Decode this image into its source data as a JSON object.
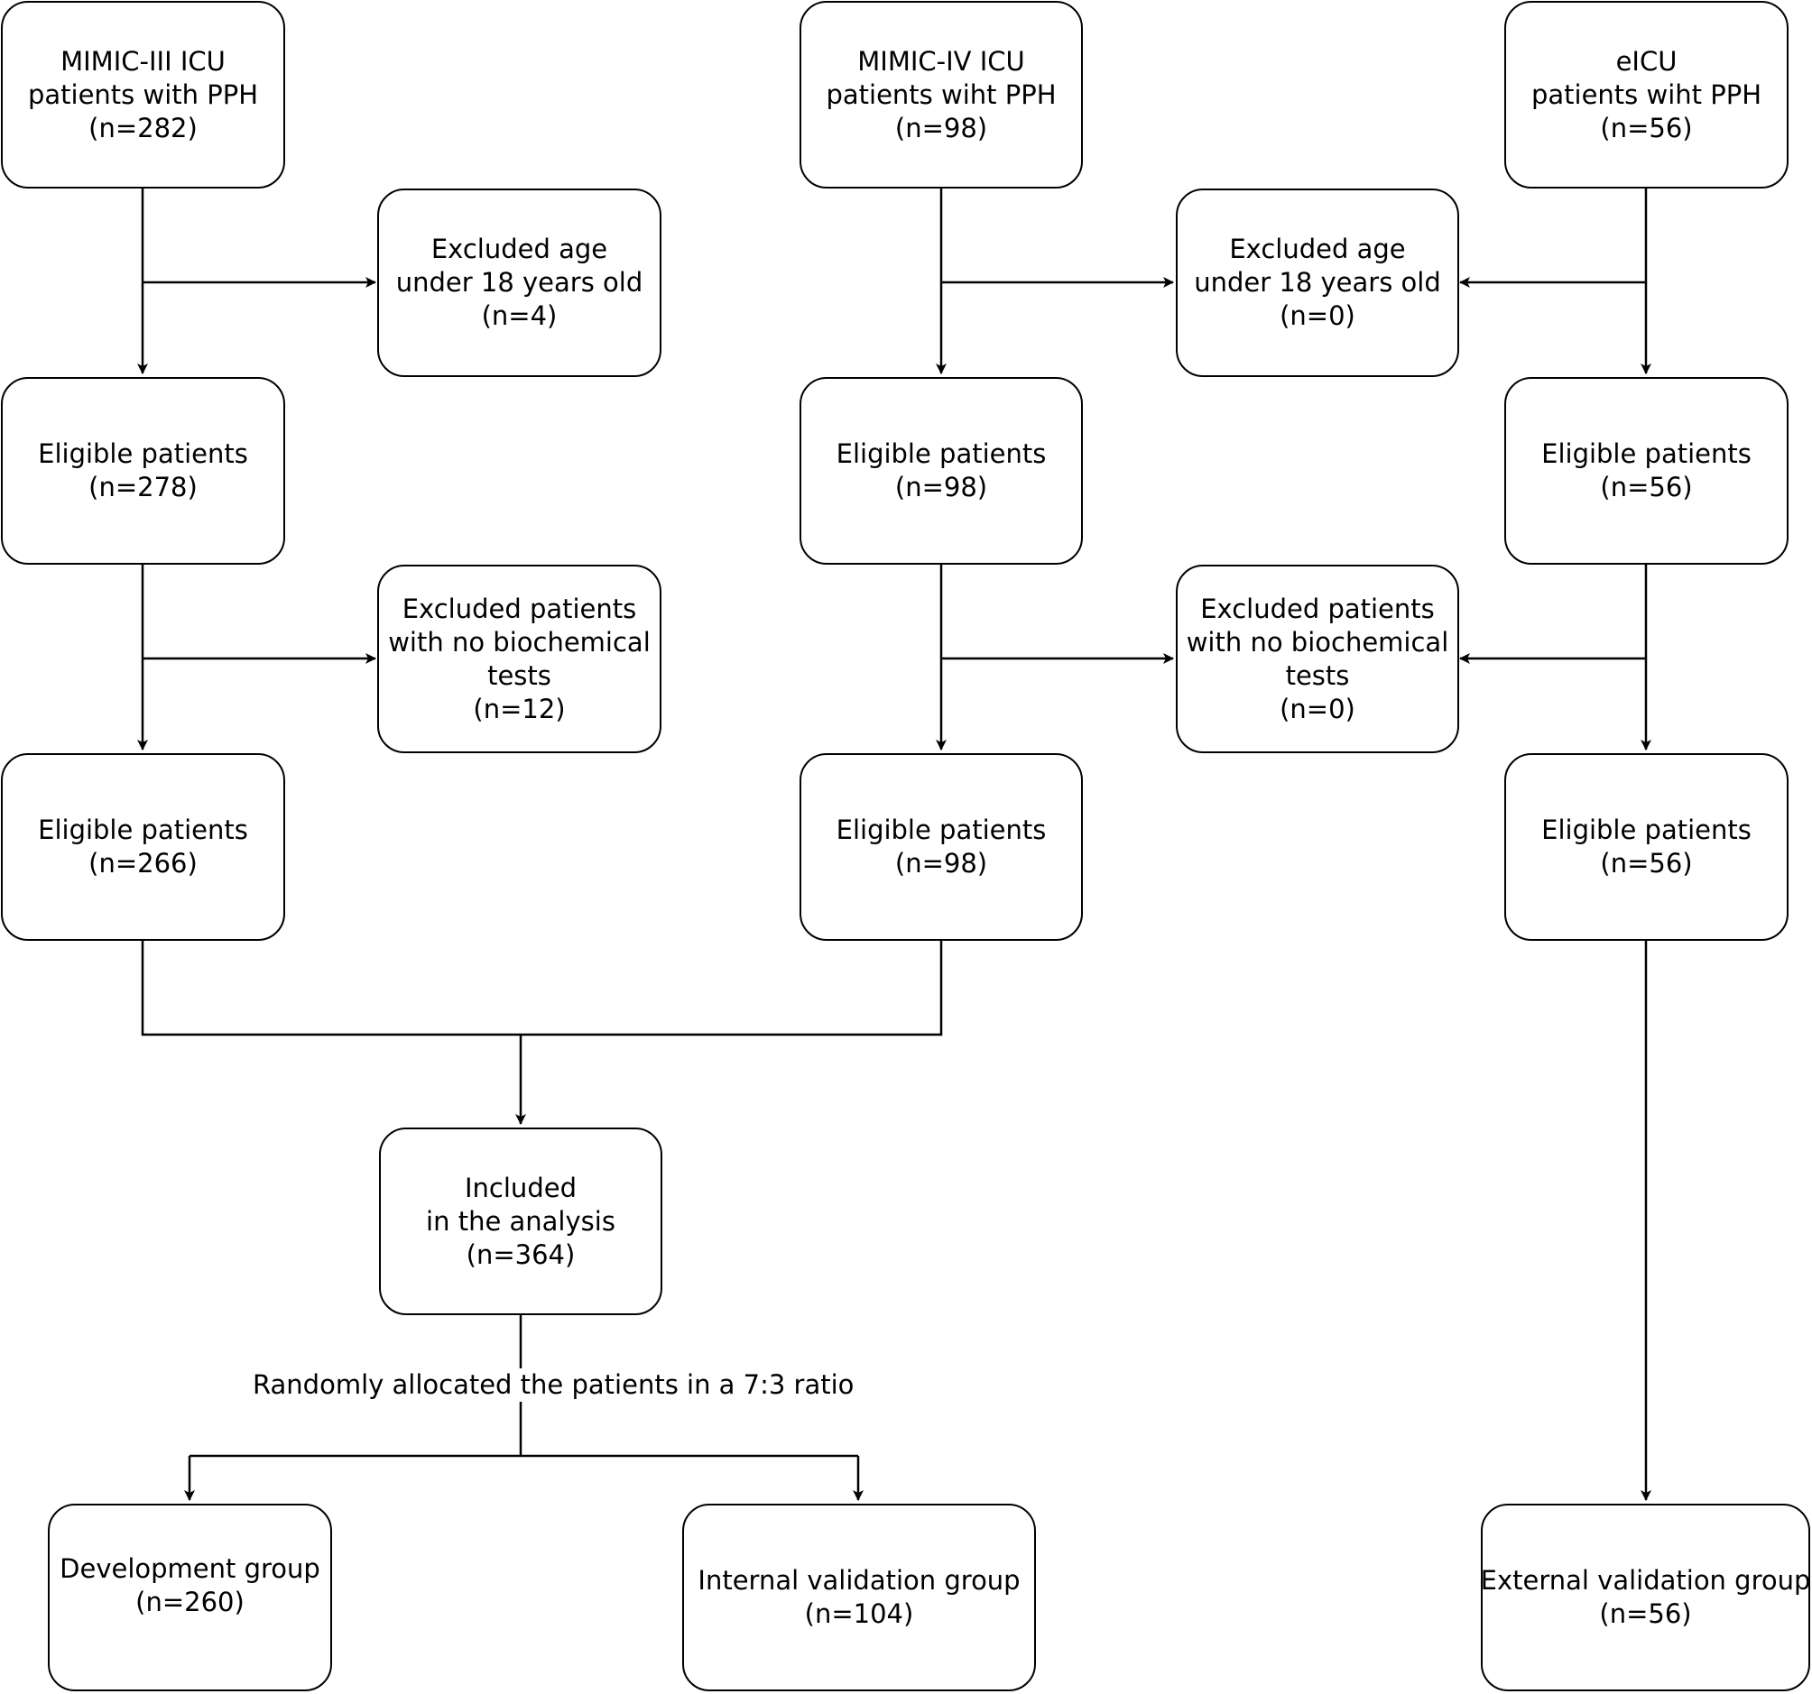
{
  "nodes": {
    "m3_source": {
      "lines": [
        "MIMIC-III ICU",
        "patients with PPH",
        "(n=282)"
      ]
    },
    "m3_excl_age": {
      "lines": [
        "Excluded age",
        "under 18 years old",
        "(n=4)"
      ]
    },
    "m3_elig_1": {
      "lines": [
        "Eligible patients",
        "(n=278)"
      ]
    },
    "m3_excl_bio": {
      "lines": [
        "Excluded patients",
        "with no biochemical",
        "tests",
        "(n=12)"
      ]
    },
    "m3_elig_2": {
      "lines": [
        "Eligible patients",
        "(n=266)"
      ]
    },
    "m4_source": {
      "lines": [
        "MIMIC-IV ICU",
        "patients wiht PPH",
        "(n=98)"
      ]
    },
    "shared_excl_age": {
      "lines": [
        "Excluded age",
        "under 18 years old",
        "(n=0)"
      ]
    },
    "m4_elig_1": {
      "lines": [
        "Eligible patients",
        "(n=98)"
      ]
    },
    "shared_excl_bio": {
      "lines": [
        "Excluded patients",
        "with no biochemical",
        "tests",
        "(n=0)"
      ]
    },
    "m4_elig_2": {
      "lines": [
        "Eligible patients",
        "(n=98)"
      ]
    },
    "eicu_source": {
      "lines": [
        "eICU",
        "patients wiht PPH",
        "(n=56)"
      ]
    },
    "eicu_elig_1": {
      "lines": [
        "Eligible patients",
        "(n=56)"
      ]
    },
    "eicu_elig_2": {
      "lines": [
        "Eligible patients",
        "(n=56)"
      ]
    },
    "included": {
      "lines": [
        "Included",
        "in the analysis",
        "(n=364)"
      ]
    },
    "development": {
      "lines": [
        "Development group",
        "(n=260)"
      ]
    },
    "internal_validation": {
      "lines": [
        "Internal validation group",
        "(n=104)"
      ]
    },
    "external_validation": {
      "lines": [
        "External validation group",
        "(n=56)"
      ]
    }
  },
  "edge_labels": {
    "random_allocation": "Randomly allocated the patients in a 7:3 ratio"
  }
}
